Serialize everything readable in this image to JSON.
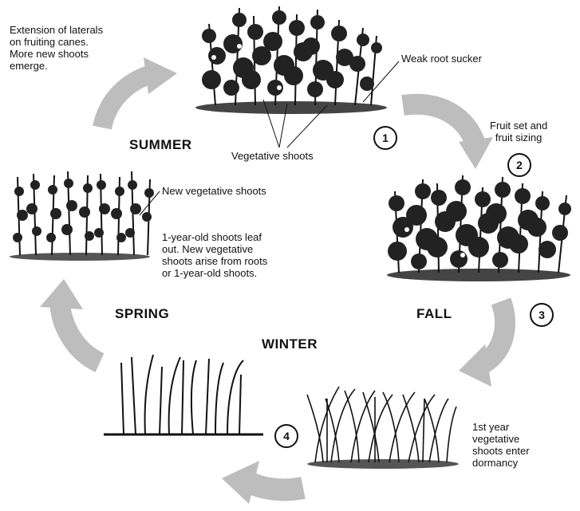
{
  "labels": {
    "extension": "Extension of laterals\non fruiting canes.\nMore new shoots\nemerge.",
    "weak_root_sucker": "Weak root sucker",
    "vegetative_shoots": "Vegetative shoots",
    "fruit_set": "Fruit set and\nfruit sizing",
    "new_vegetative_shoots": "New vegetative shoots",
    "spring_note": "1-year-old shoots leaf\nout. New vegetative\nshoots arise from roots\nor 1-year-old shoots.",
    "dormancy": "1st year\nvegetative\nshoots enter\ndormancy"
  },
  "seasons": {
    "summer": "SUMMER",
    "fall": "FALL",
    "winter": "WINTER",
    "spring": "SPRING"
  },
  "steps": [
    "1",
    "2",
    "3",
    "4"
  ],
  "colors": {
    "arrow": "#bdbdbd",
    "ink": "#111111"
  }
}
